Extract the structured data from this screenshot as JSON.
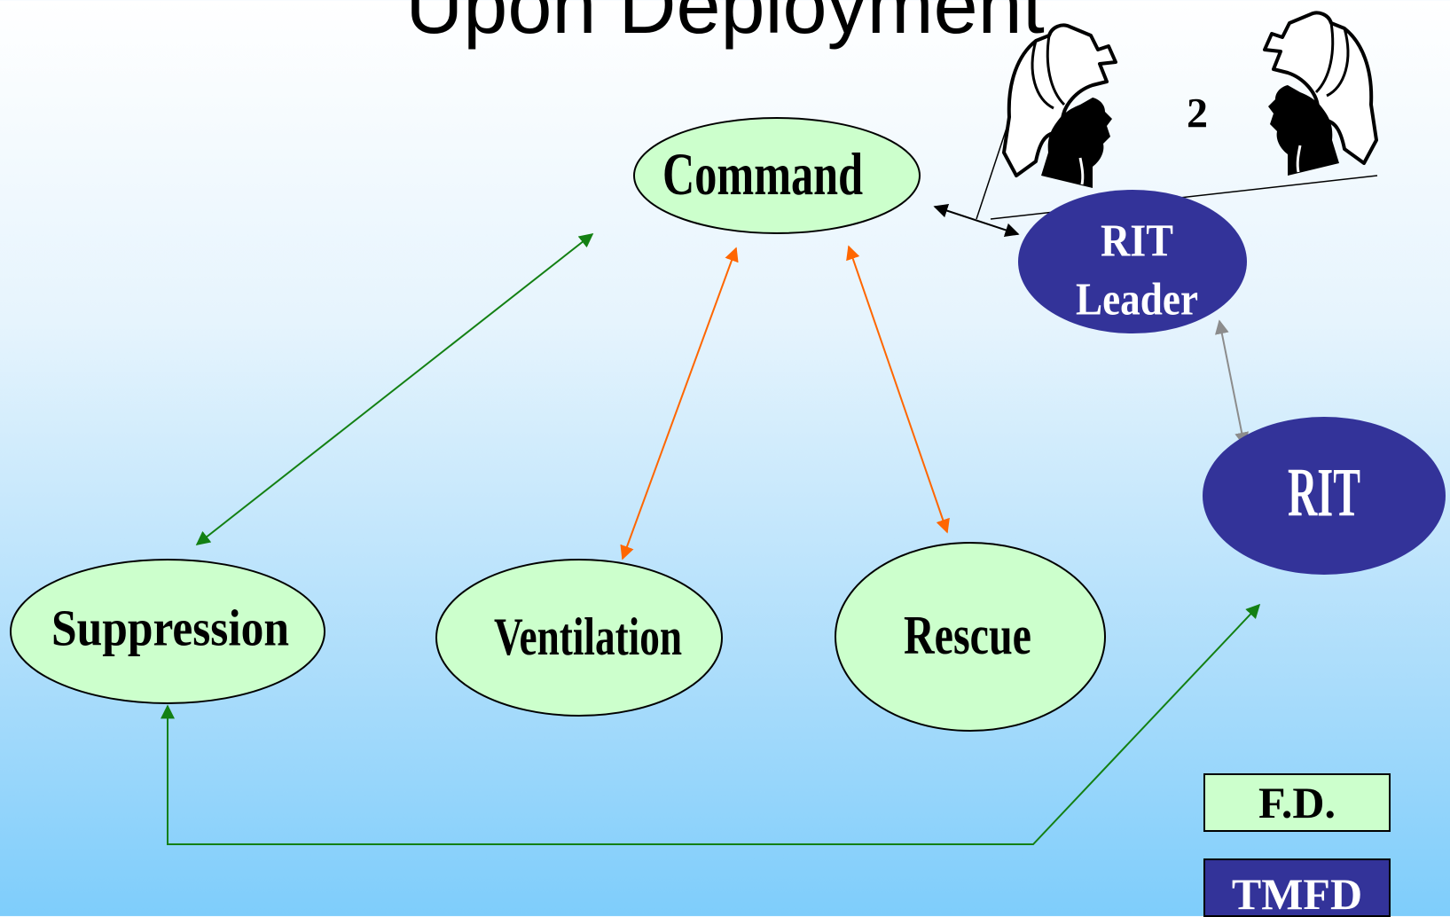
{
  "title": "Upon Deployment",
  "nodes": {
    "command": "Command",
    "suppression": "Suppression",
    "ventilation": "Ventilation",
    "rescue": "Rescue",
    "rit_leader_line1": "RIT",
    "rit_leader_line2": "Leader",
    "rit": "RIT"
  },
  "helmet_count_label": "2",
  "legend": {
    "fd": "F.D.",
    "tmfd": "TMFD"
  },
  "colors": {
    "fd_fill": "#ccffcc",
    "tmfd_fill": "#333399",
    "green_link": "#138013",
    "orange_link": "#ff6600",
    "gray_link": "#8c8c8c",
    "black_link": "#000000"
  },
  "icons": [
    "firefighter-helmet-icon",
    "firefighter-helmet-icon"
  ]
}
